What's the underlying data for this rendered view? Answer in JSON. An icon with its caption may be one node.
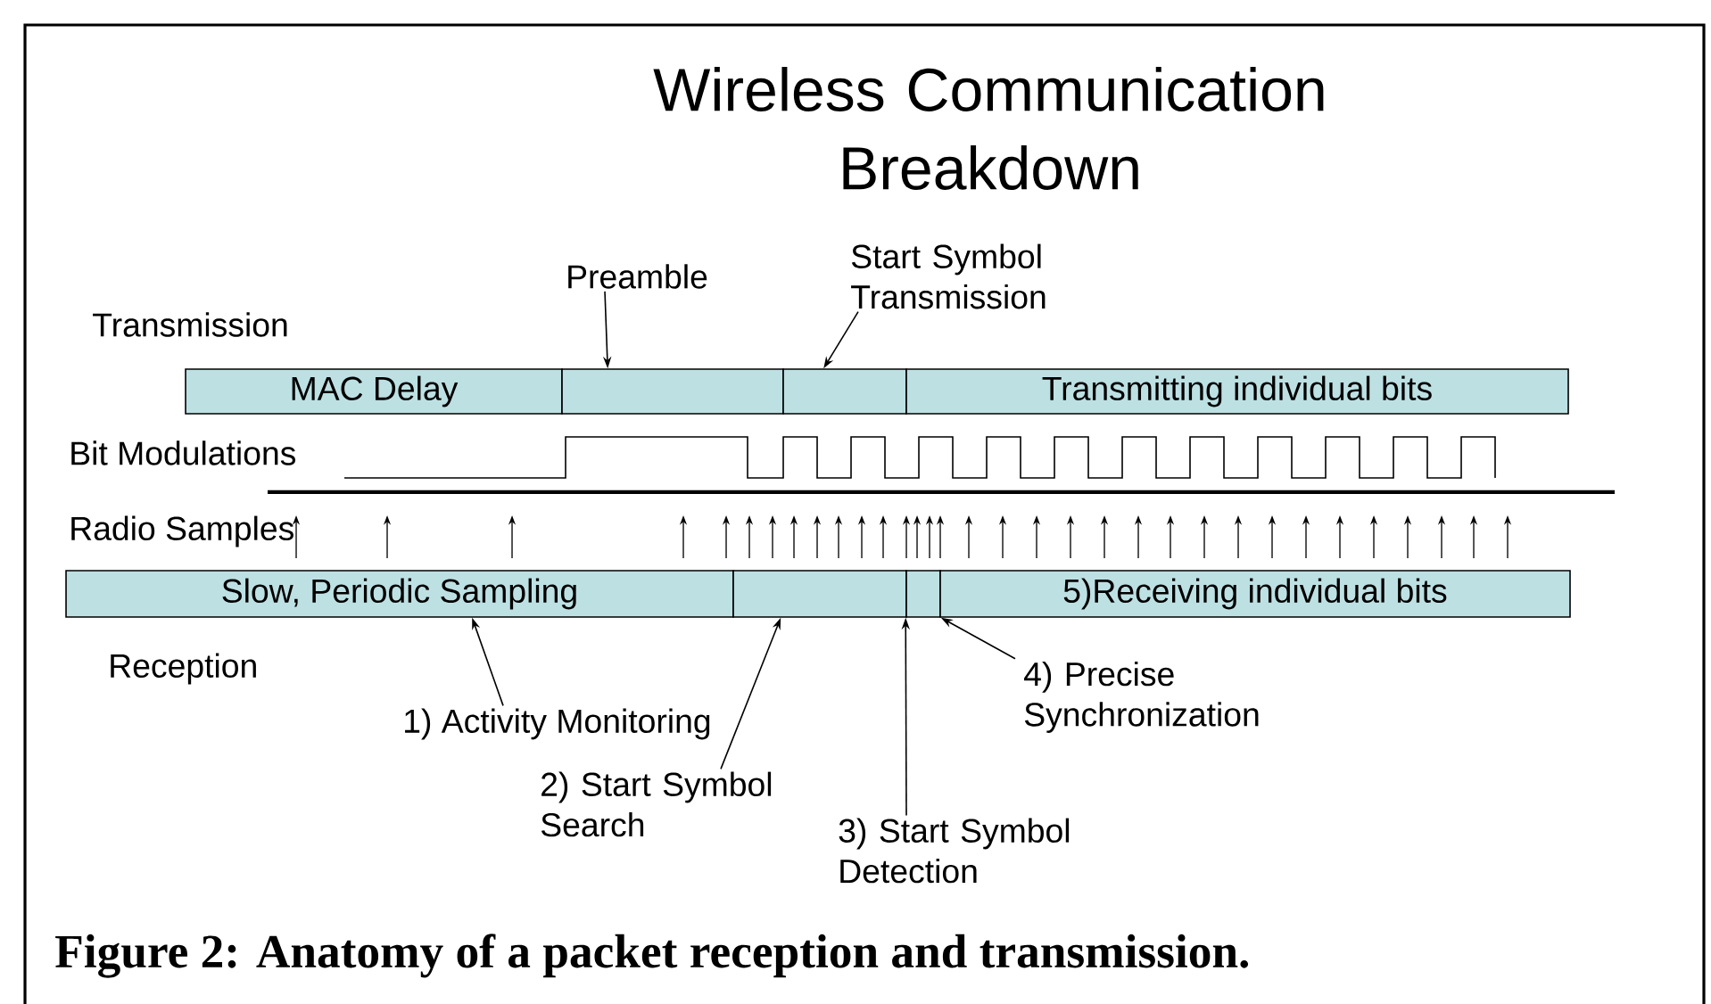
{
  "diagram": {
    "title": "Wireless Communication Breakdown",
    "caption": "Figure 2: Anatomy of a packet reception and transmission.",
    "nodes": [
      {
        "text": [
          "MAC Delay"
        ]
      },
      {
        "text": [],
        "shape": "bar"
      },
      {
        "text": [],
        "shape": "bar"
      },
      {
        "text": [
          "Transmitting individual bits"
        ]
      },
      {
        "text": [
          "Preamble"
        ]
      },
      {
        "text": [
          "Start Symbol Transmission"
        ]
      },
      {
        "text": [
          "Slow, Periodic Sampling"
        ]
      },
      {
        "text": [],
        "shape": "bar"
      },
      {
        "text": [],
        "shape": "bar"
      },
      {
        "text": [
          "5)Receiving individual bits"
        ]
      },
      {
        "text": [
          "1) Activity Monitoring"
        ]
      },
      {
        "text": [
          "2) Start Symbol Search"
        ]
      },
      {
        "text": [
          "3) Start Symbol Detection"
        ]
      },
      {
        "text": [
          "4) Precise Synchronization"
        ]
      }
    ],
    "edges": [
      {
        "from": 4,
        "to": 1,
        "arrow": "to"
      },
      {
        "from": 5,
        "to": 2,
        "arrow": "to"
      },
      {
        "from": 10,
        "to": 6,
        "arrow": "to"
      },
      {
        "from": 11,
        "to": 7,
        "arrow": "to"
      },
      {
        "from": 12,
        "to": 8,
        "arrow": "to"
      },
      {
        "from": 13,
        "to": 8,
        "arrow": "to"
      }
    ],
    "labels": [
      "Transmission",
      "Bit Modulations",
      "Radio Samples",
      "Reception"
    ]
  }
}
